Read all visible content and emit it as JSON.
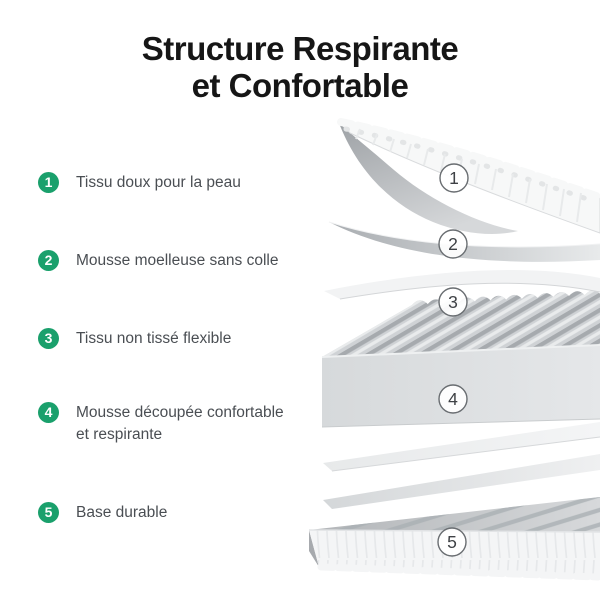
{
  "title": {
    "line1": "Structure Respirante",
    "line2": "et Confortable"
  },
  "features": [
    {
      "number": "1",
      "label": "Tissu doux pour la peau"
    },
    {
      "number": "2",
      "label": "Mousse moelleuse sans colle"
    },
    {
      "number": "3",
      "label": "Tissu non tissé flexible"
    },
    {
      "number": "4",
      "label": "Mousse découpée confortable et respirante"
    },
    {
      "number": "5",
      "label": "Base durable"
    }
  ],
  "diagram": {
    "layers": [
      {
        "number": "1",
        "name": "quilted-top-cover"
      },
      {
        "number": "2",
        "name": "thin-soft-foam-sheet"
      },
      {
        "number": "3",
        "name": "non-woven-fabric-sheet"
      },
      {
        "number": "4",
        "name": "convoluted-comfort-foam-core"
      },
      {
        "number": "5",
        "name": "durable-base-layer"
      }
    ]
  },
  "colors": {
    "accent_green": "#1AA06C",
    "title_text": "#161616",
    "body_text": "#4A4E53",
    "callout_border": "#696D71",
    "callout_text": "#3E4145",
    "background": "#FFFFFF"
  }
}
